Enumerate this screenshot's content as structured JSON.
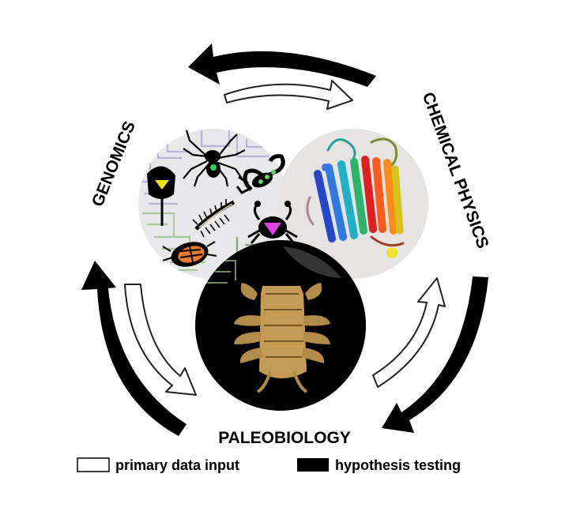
{
  "labels": {
    "genomics": "GENOMICS",
    "chemical_physics": "CHEMICAL PHYSICS",
    "paleobiology": "PALEOBIOLOGY"
  },
  "legend": {
    "primary": "primary data input",
    "hypothesis": "hypothesis testing"
  },
  "colors": {
    "hypothesis_arrow": "#000000",
    "primary_arrow_fill": "#ffffff",
    "primary_arrow_stroke": "#222222",
    "genomics_circle": "#e8e8ea",
    "chemical_circle": "#e6e4e3",
    "paleobiology_circle": "#000000",
    "fossil": "#b08c48"
  }
}
